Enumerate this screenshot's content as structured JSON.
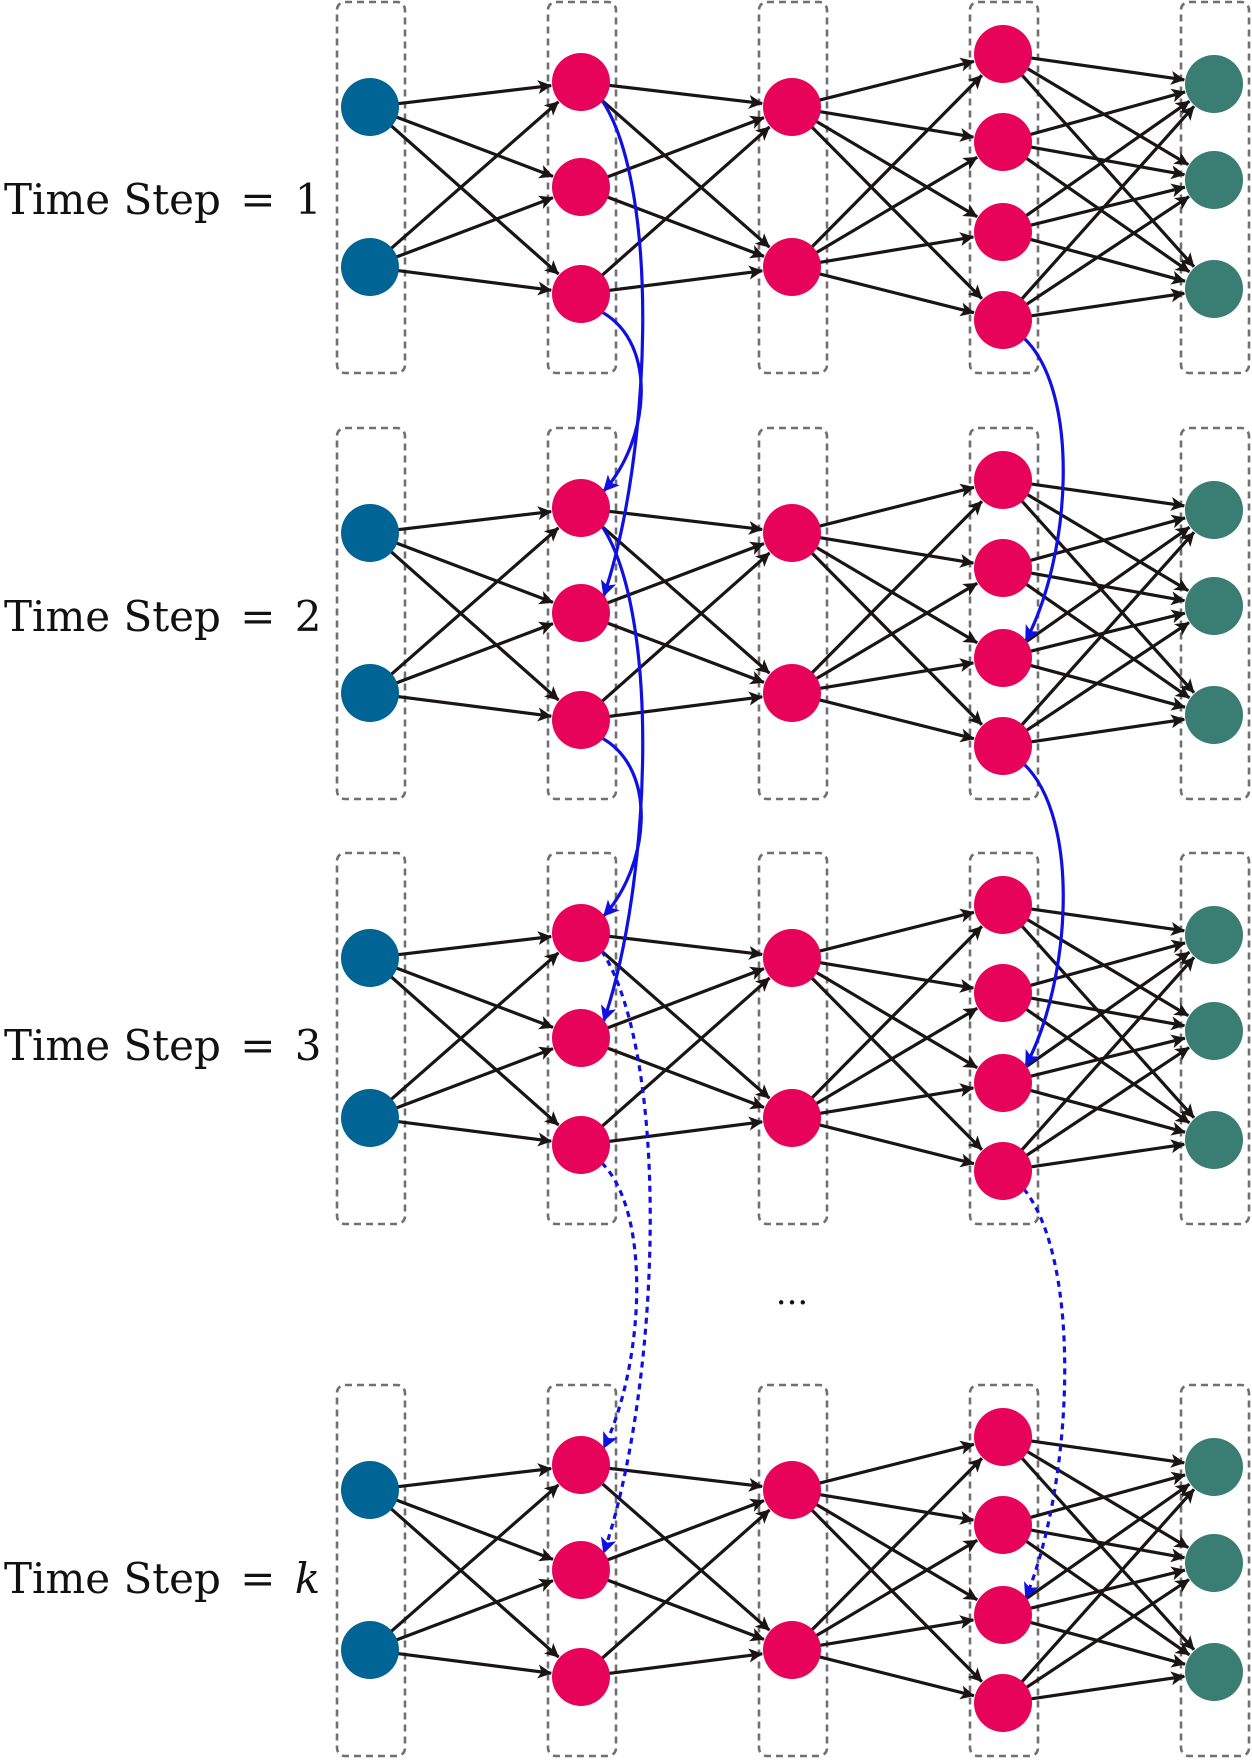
{
  "diagram": {
    "time_steps": [
      {
        "label_prefix": "Time Step",
        "label_eq": "=",
        "label_value": "1",
        "italic_value": false
      },
      {
        "label_prefix": "Time Step",
        "label_eq": "=",
        "label_value": "2",
        "italic_value": false
      },
      {
        "label_prefix": "Time Step",
        "label_eq": "=",
        "label_value": "3",
        "italic_value": false
      },
      {
        "label_prefix": "Time Step",
        "label_eq": "=",
        "label_value": "k",
        "italic_value": true
      }
    ],
    "gap_ellipsis": "...",
    "layers": [
      {
        "name": "input",
        "node_count": 2,
        "color": "#006494"
      },
      {
        "name": "hidden-1",
        "node_count": 3,
        "color": "#E8035A"
      },
      {
        "name": "hidden-2",
        "node_count": 2,
        "color": "#E8035A"
      },
      {
        "name": "hidden-3",
        "node_count": 4,
        "color": "#E8035A"
      },
      {
        "name": "output",
        "node_count": 3,
        "color": "#3A7D72"
      }
    ],
    "colors": {
      "edge": "#1a1414",
      "recurrent_edge": "#1010E0",
      "layer_box_border": "#707070"
    }
  }
}
